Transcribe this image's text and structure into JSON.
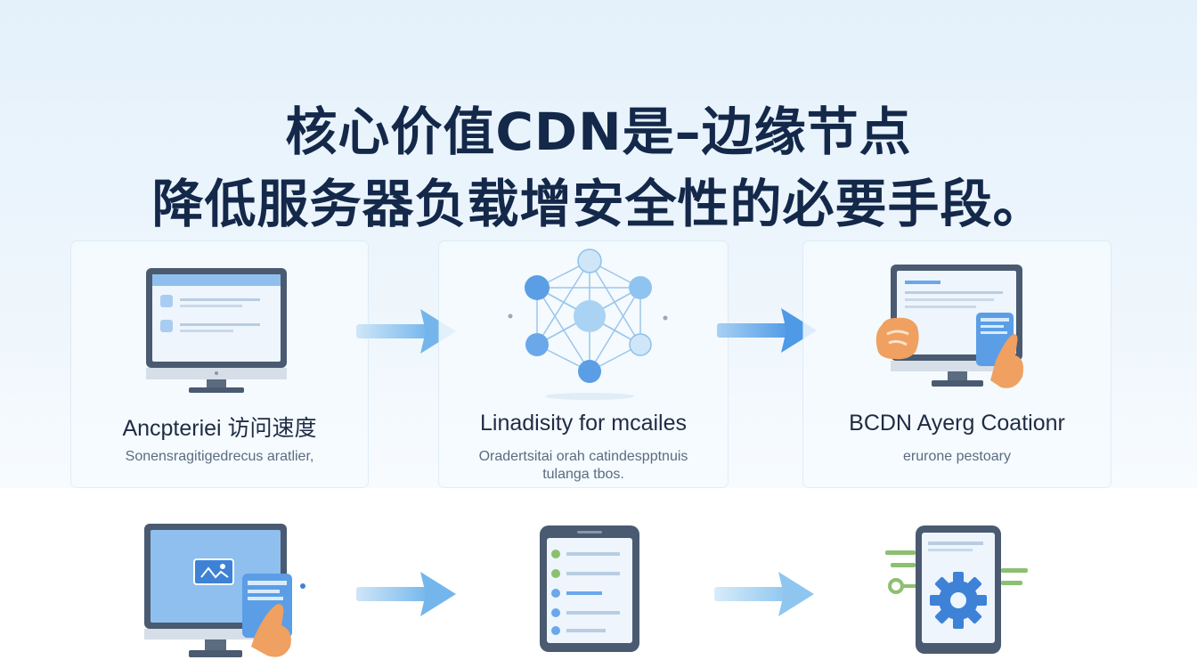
{
  "title": {
    "line1": "核心价值CDN是–边缘节点",
    "line2": "降低服务器负载增安全性的必要手段。"
  },
  "cards": [
    {
      "heading": "Ancpteriei 访问速度",
      "subtitle": "Sonensragitigedrecus aratlier,"
    },
    {
      "heading": "Linadisity for mcailes",
      "subtitle_line1": "Oradertsitai orah catindespptnuis",
      "subtitle_line2": "tulanga tbos."
    },
    {
      "heading": "BCDN Ayerg Coationr",
      "subtitle": "erurone pestoary"
    }
  ],
  "colors": {
    "title": "#14284a",
    "accent_blue": "#5b9ee6",
    "arrow_blue": "#6fb2ea",
    "monitor_frame": "#4a5a70",
    "hand_orange": "#f0a060",
    "gear_blue": "#3d82d6",
    "green_accent": "#8cc070"
  },
  "icons": {
    "card1": "desktop-monitor-icon",
    "card2": "network-nodes-icon",
    "card3": "monitor-with-hand-icon",
    "bottom1": "monitor-tablet-hand-icon",
    "bottom2": "tablet-list-icon",
    "bottom3": "tablet-gear-icon"
  }
}
